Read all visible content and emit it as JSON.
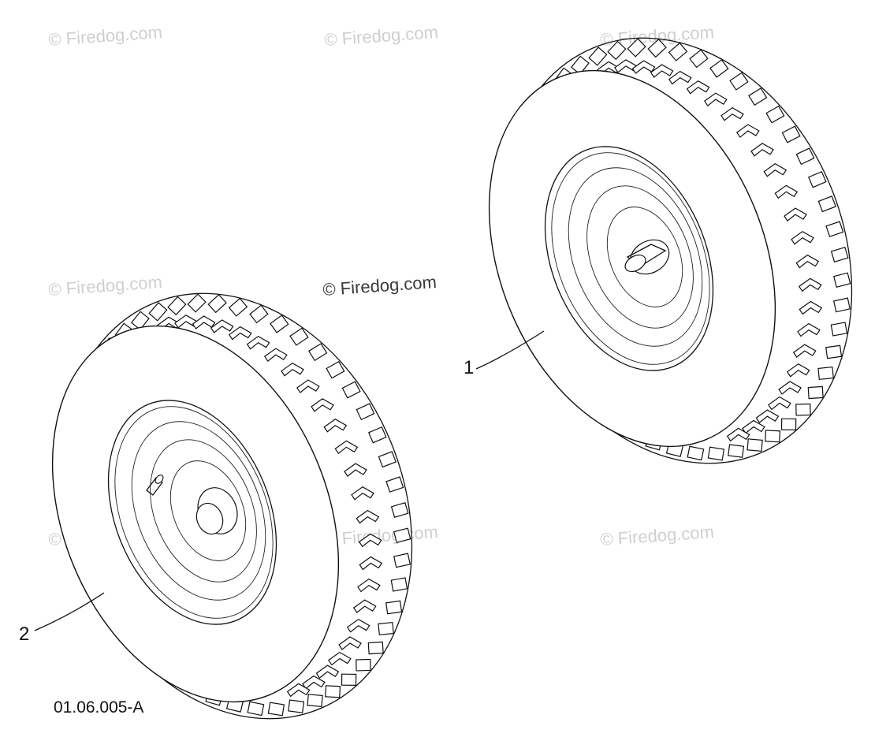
{
  "watermark_text": "© Firedog.com",
  "callouts": {
    "part_1": "1",
    "part_2": "2"
  },
  "drawing_number": "01.06.005-A"
}
